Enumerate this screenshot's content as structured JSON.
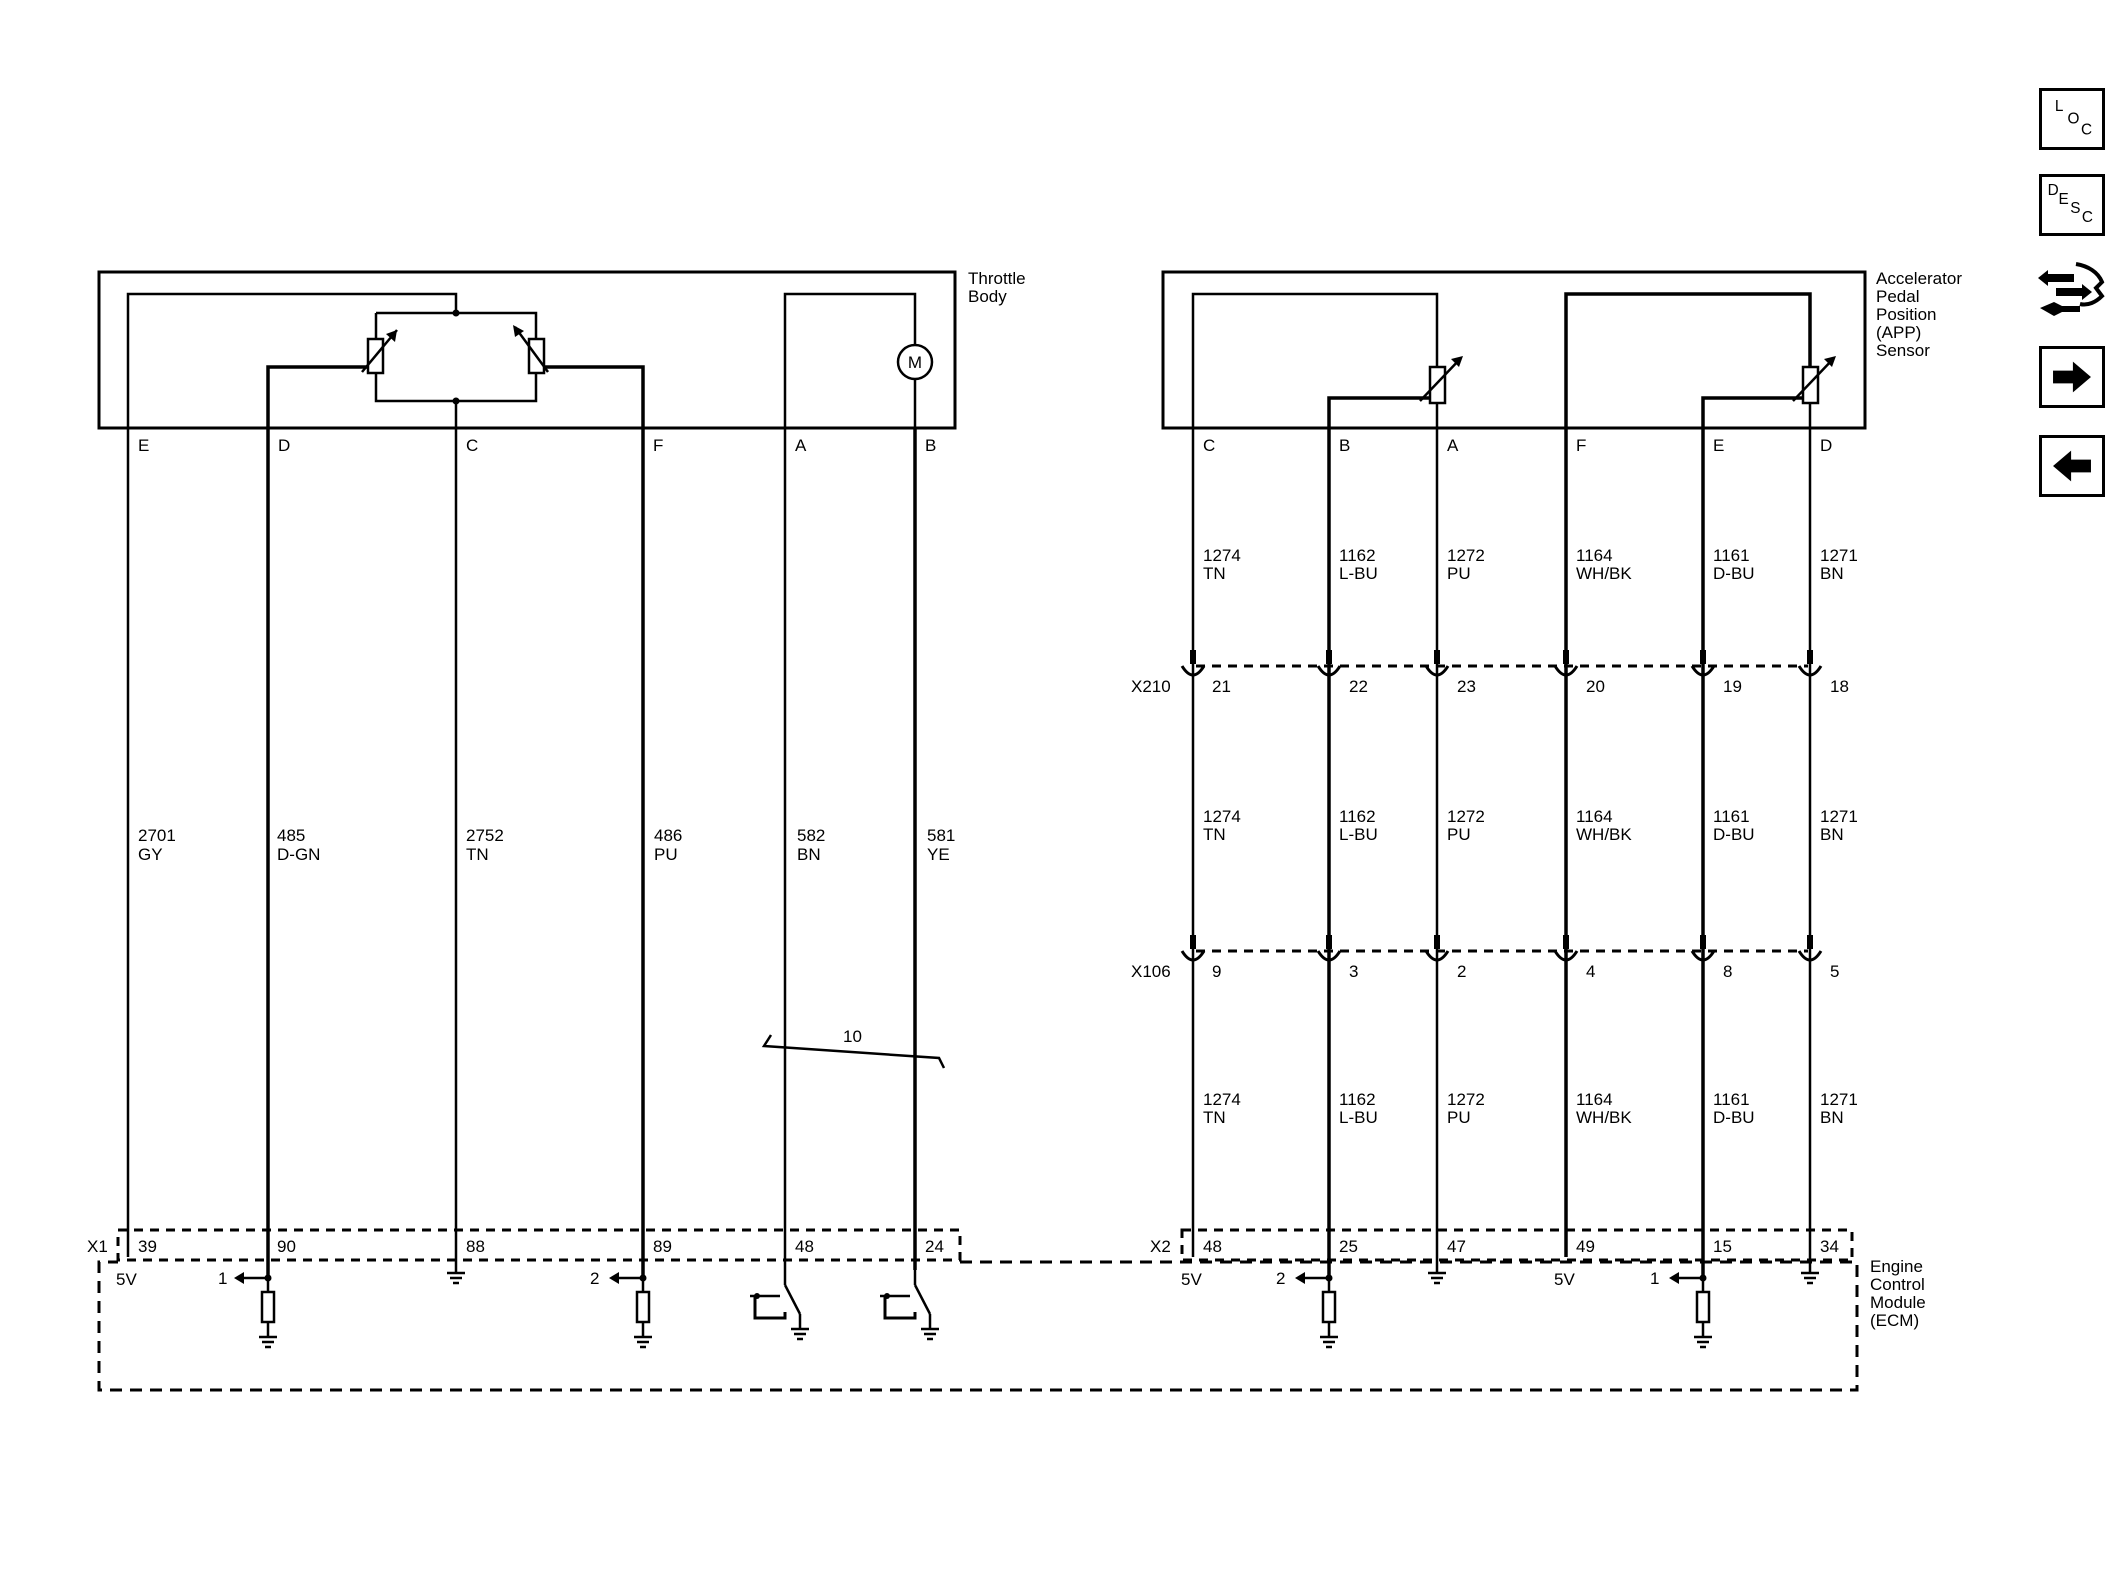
{
  "throttle_body": {
    "title": [
      "Throttle",
      "Body"
    ],
    "terminals": [
      "E",
      "D",
      "C",
      "F",
      "A",
      "B"
    ],
    "motor": "M",
    "circuits": [
      {
        "number": "2701",
        "color": "GY"
      },
      {
        "number": "485",
        "color": "D-GN"
      },
      {
        "number": "2752",
        "color": "TN"
      },
      {
        "number": "486",
        "color": "PU"
      },
      {
        "number": "582",
        "color": "BN"
      },
      {
        "number": "581",
        "color": "YE"
      }
    ],
    "twisted_pair_label": "10"
  },
  "app_sensor": {
    "title": [
      "Accelerator",
      "Pedal",
      "Position",
      "(APP)",
      "Sensor"
    ],
    "terminals": [
      "C",
      "B",
      "A",
      "F",
      "E",
      "D"
    ],
    "circuits": [
      {
        "number": "1274",
        "color": "TN"
      },
      {
        "number": "1162",
        "color": "L-BU"
      },
      {
        "number": "1272",
        "color": "PU"
      },
      {
        "number": "1164",
        "color": "WH/BK"
      },
      {
        "number": "1161",
        "color": "D-BU"
      },
      {
        "number": "1271",
        "color": "BN"
      }
    ]
  },
  "connector_x210": {
    "name": "X210",
    "pins": [
      "21",
      "22",
      "23",
      "20",
      "19",
      "18"
    ]
  },
  "connector_x106": {
    "name": "X106",
    "pins": [
      "9",
      "3",
      "2",
      "4",
      "8",
      "5"
    ]
  },
  "ecm": {
    "title": [
      "Engine",
      "Control",
      "Module",
      "(ECM)"
    ],
    "x1": {
      "name": "X1",
      "pins": [
        "39",
        "90",
        "88",
        "89",
        "48",
        "24"
      ]
    },
    "x2": {
      "name": "X2",
      "pins": [
        "48",
        "25",
        "47",
        "49",
        "15",
        "34"
      ]
    },
    "internal_labels": {
      "five_v": "5V",
      "ref_1": "1",
      "ref_2": "2"
    }
  },
  "nav": {
    "loc": "LOC",
    "desc": "DESC"
  }
}
